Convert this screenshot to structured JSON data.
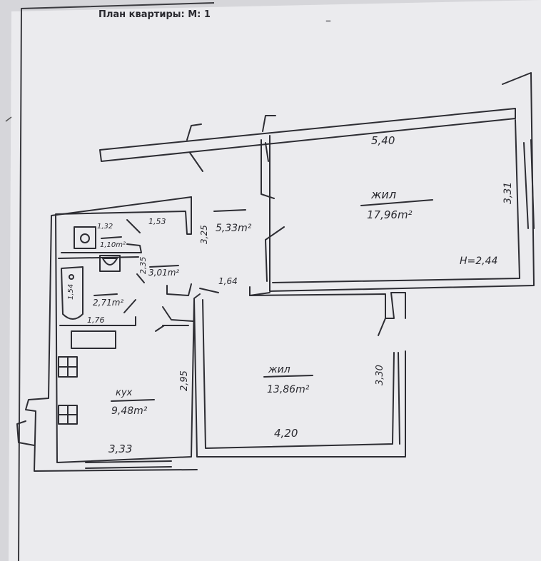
{
  "header": {
    "title": "План квартиры: М: 1"
  },
  "mark": "–",
  "rooms": {
    "living1": {
      "label": "жил",
      "area": "17,96m²"
    },
    "living2": {
      "label": "жил",
      "area": "13,86m²"
    },
    "kitchen": {
      "label": "кух",
      "area": "9,48m²"
    },
    "hall": {
      "area": "5,33m²"
    },
    "corridor": {
      "area": "3,01m²"
    },
    "wc": {
      "area": "1,10m²"
    },
    "bath": {
      "area": "2,71m²"
    }
  },
  "dimensions": {
    "living1_width": "5,40",
    "living1_depth": "3,31",
    "ceiling_height": "H=2,44",
    "living2_width": "4,20",
    "living2_depth": "3,30",
    "kitchen_width": "3,33",
    "kitchen_depth": "2,95",
    "hall_depth": "3,25",
    "hall_opening": "1,64",
    "wc_width": "1,32",
    "corridor_width": "1,53",
    "corridor_depth": "2,35",
    "bath_depth": "1,54",
    "bath_width": "1,76"
  },
  "colors": {
    "paper": "#ebebee",
    "line": "#2d2d33",
    "frame": "#3a3a3f"
  }
}
